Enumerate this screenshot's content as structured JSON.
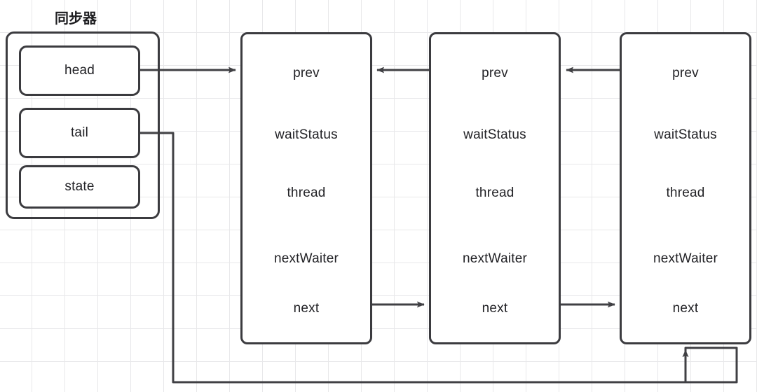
{
  "diagram": {
    "title": "同步器",
    "colors": {
      "stroke": "#3b3b3f",
      "wire": "#404044",
      "text": "#222226",
      "grid": "#e8e8ea",
      "background": "#ffffff"
    },
    "synchronizer": {
      "label": "同步器",
      "fields": [
        {
          "name": "head",
          "label": "head"
        },
        {
          "name": "tail",
          "label": "tail"
        },
        {
          "name": "state",
          "label": "state"
        }
      ]
    },
    "node_fields": [
      "prev",
      "waitStatus",
      "thread",
      "nextWaiter",
      "next"
    ],
    "nodes": [
      {
        "id": "node-1",
        "prev": "prev",
        "waitStatus": "waitStatus",
        "thread": "thread",
        "nextWaiter": "nextWaiter",
        "next": "next"
      },
      {
        "id": "node-2",
        "prev": "prev",
        "waitStatus": "waitStatus",
        "thread": "thread",
        "nextWaiter": "nextWaiter",
        "next": "next"
      },
      {
        "id": "node-3",
        "prev": "prev",
        "waitStatus": "waitStatus",
        "thread": "thread",
        "nextWaiter": "nextWaiter",
        "next": "next"
      }
    ],
    "connections": [
      {
        "name": "head-to-node1",
        "from": "head",
        "to": "node-1",
        "direction": "right"
      },
      {
        "name": "node2-prev-to-node1",
        "from": "node-2",
        "to": "node-1",
        "direction": "left"
      },
      {
        "name": "node3-prev-to-node2",
        "from": "node-3",
        "to": "node-2",
        "direction": "left"
      },
      {
        "name": "node1-next-to-node2",
        "from": "node-1",
        "to": "node-2",
        "direction": "right"
      },
      {
        "name": "node2-next-to-node3",
        "from": "node-2",
        "to": "node-3",
        "direction": "right"
      },
      {
        "name": "tail-to-node3",
        "from": "tail",
        "to": "node-3",
        "direction": "up"
      }
    ]
  }
}
